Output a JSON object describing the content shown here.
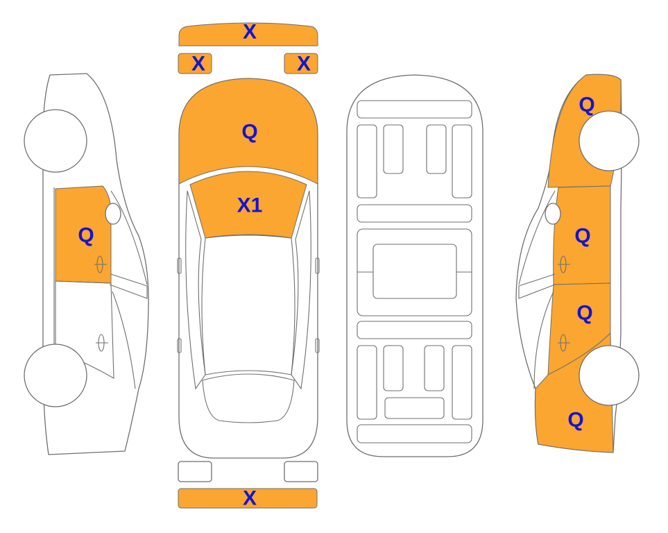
{
  "colors": {
    "damage_fill": "#FBA630",
    "outline": "#6e6e6e",
    "label": "#1414d2",
    "panel": "#ffffff"
  },
  "labels": {
    "roof_rail_top": "X",
    "front_left_small": "X",
    "front_right_small": "X",
    "hood": "Q",
    "windshield": "X1",
    "rear_bumper": "X",
    "left_front_door": "Q",
    "right_front_fender": "Q",
    "right_front_door": "Q",
    "right_rear_door": "Q",
    "right_rear_quarter": "Q"
  }
}
